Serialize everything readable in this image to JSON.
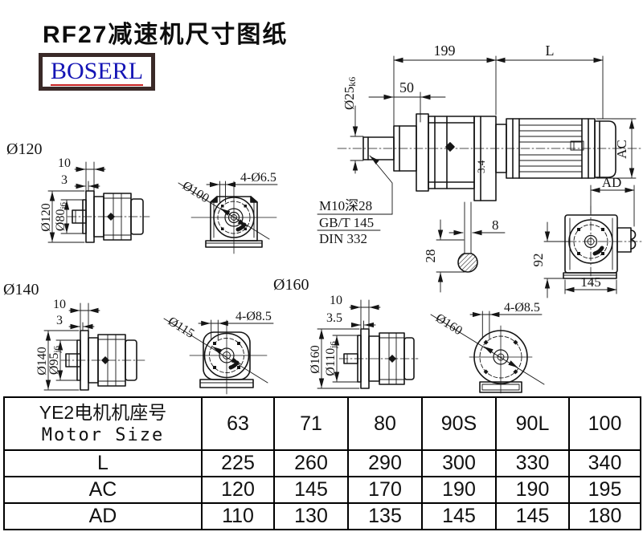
{
  "title": "RF27减速机尺寸图纸",
  "logo": "BOSERL",
  "colors": {
    "line": "#151515",
    "logo_text": "#1515b5",
    "logo_border": "#3a2a28",
    "logo_underline": "#c92222"
  },
  "main_view": {
    "dim_199": "199",
    "dim_L": "L",
    "dim_50": "50",
    "shaft_dia": "Ø25",
    "shaft_tol": "k6",
    "dim_AC": "AC",
    "dim_34": "3.4",
    "thread_note": [
      "M10深28",
      "GB/T 145",
      "DIN 332"
    ]
  },
  "shaft_section": {
    "key_width": "8",
    "height": "28"
  },
  "rear_view": {
    "dim_AD": "AD",
    "dim_92": "92",
    "dim_145": "145"
  },
  "view120": {
    "label": "Ø120",
    "dim_10": "10",
    "dim_3": "3",
    "dia_outer": "Ø120",
    "dia_spigot": "Ø80",
    "spigot_tol": "j6"
  },
  "flange100": {
    "holes": "4-Ø6.5",
    "dia": "Ø100"
  },
  "view140": {
    "label": "Ø140",
    "dim_10": "10",
    "dim_3": "3",
    "dia_outer": "Ø140",
    "dia_spigot": "Ø95",
    "spigot_tol": "j6"
  },
  "flange115": {
    "holes": "4-Ø8.5",
    "dia": "Ø115"
  },
  "label160": "Ø160",
  "view160": {
    "dim_10": "10",
    "dim_35": "3.5",
    "dia_outer": "Ø160",
    "dia_spigot": "Ø110",
    "spigot_tol": "j6"
  },
  "flange160": {
    "holes": "4-Ø8.5",
    "dia": "Ø160"
  },
  "table": {
    "header_cn": "YE2电机机座号",
    "header_en": "Motor Size",
    "columns": [
      "63",
      "71",
      "80",
      "90S",
      "90L",
      "100"
    ],
    "rows": [
      {
        "label": "L",
        "values": [
          "225",
          "260",
          "290",
          "300",
          "330",
          "340"
        ]
      },
      {
        "label": "AC",
        "values": [
          "120",
          "145",
          "170",
          "190",
          "190",
          "195"
        ]
      },
      {
        "label": "AD",
        "values": [
          "110",
          "130",
          "135",
          "145",
          "145",
          "180"
        ]
      }
    ]
  }
}
